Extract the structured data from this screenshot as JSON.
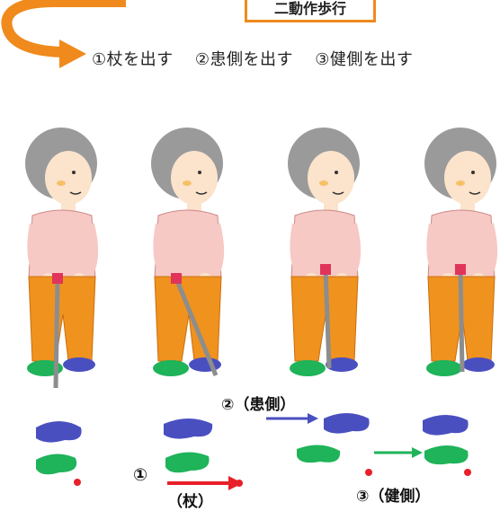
{
  "header": {
    "title_box_text": "二動作歩行"
  },
  "steps": [
    {
      "label": "①杖を出す"
    },
    {
      "label": "②患側を出す"
    },
    {
      "label": "③健側を出す"
    }
  ],
  "diagram_labels": {
    "affected_side": "②（患側）",
    "cane_number": "①",
    "cane": "（杖）",
    "healthy_side": "③（健側）"
  },
  "colors": {
    "arrow_orange": "#f08a1c",
    "foot_blue": "#4a4fc0",
    "foot_green": "#1fb35a",
    "cane_arrow_red": "#e8202a",
    "step_arrow_blue": "#4a4fc0",
    "step_arrow_green": "#1fb35a",
    "shirt": "#f7c9c4",
    "pants": "#f0921e",
    "hair": "#9a9a9a"
  }
}
